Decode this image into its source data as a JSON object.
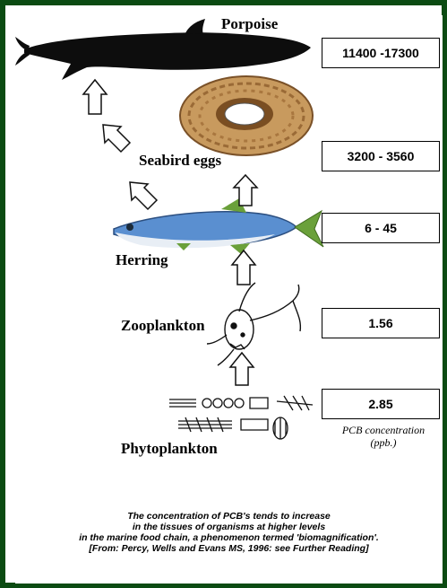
{
  "organisms": {
    "porpoise": "Porpoise",
    "seabird": "Seabird eggs",
    "herring": "Herring",
    "zooplankton": "Zooplankton",
    "phytoplankton": "Phytoplankton"
  },
  "values": {
    "porpoise": "11400 -17300",
    "seabird": "3200 - 3560",
    "herring": "6 - 45",
    "zooplankton": "1.56",
    "phytoplankton": "2.85"
  },
  "legend": {
    "line1": "PCB concentration",
    "line2": "(ppb.)"
  },
  "caption": {
    "line1": "The concentration of PCB's tends to increase",
    "line2": "in the tissues of organisms at higher levels",
    "line3": "in the marine food chain, a phenomenon termed 'biomagnification'.",
    "line4": "[From: Percy, Wells and Evans MS, 1996: see Further Reading]"
  },
  "colors": {
    "frame": "#0b4b12",
    "background": "#eef3cf",
    "porpoise": "#0d0d0d",
    "nest": "#c89a5e",
    "herring_back": "#5a8fd0",
    "herring_fins": "#6aa03a"
  }
}
